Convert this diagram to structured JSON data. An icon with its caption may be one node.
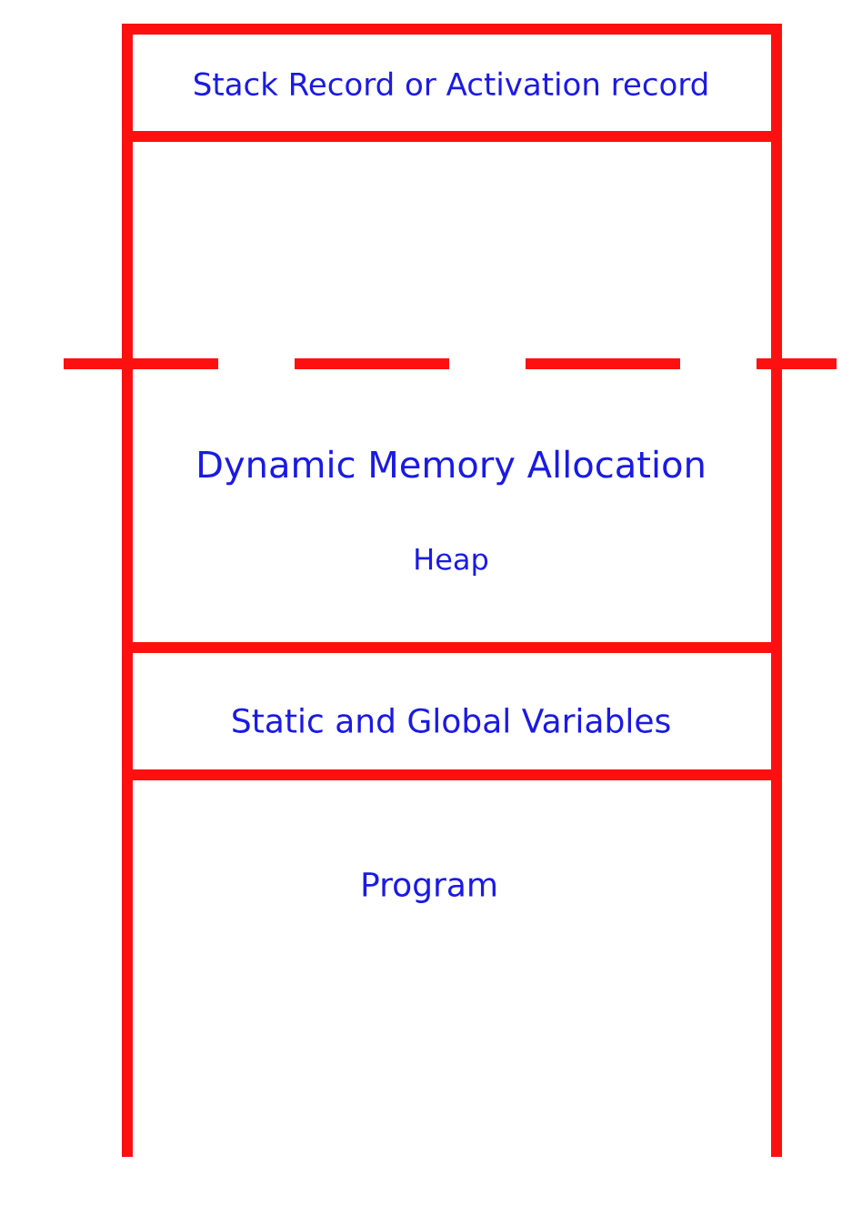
{
  "diagram": {
    "nodes": [
      {
        "text": [
          "Stack Record or Activation record"
        ]
      },
      {
        "text": [
          "Dynamic Memory Allocation",
          "Heap"
        ]
      },
      {
        "text": [
          "Static and Global Variables"
        ]
      },
      {
        "text": [
          "Program"
        ]
      }
    ]
  }
}
